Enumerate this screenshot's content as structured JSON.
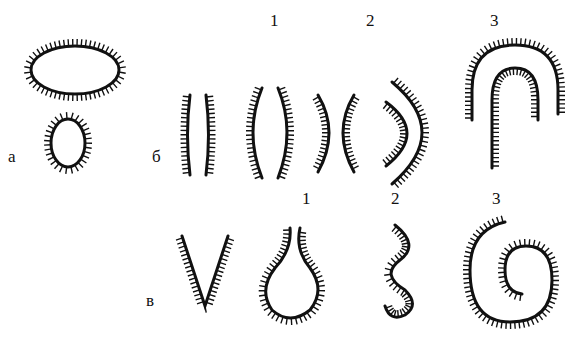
{
  "diagram": {
    "labels": [
      "1",
      "2",
      "3",
      "а",
      "б",
      "1",
      "2",
      "3",
      "в"
    ]
  }
}
